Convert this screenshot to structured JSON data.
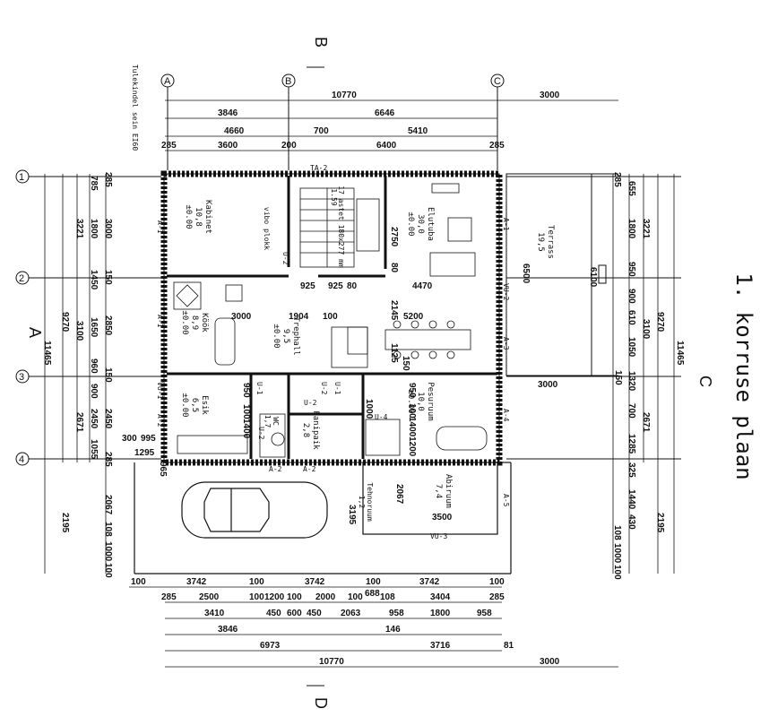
{
  "title": "1. korruse plaan",
  "section_marks": {
    "top": "B",
    "bottom": "D",
    "left": "A",
    "right": "C"
  },
  "grid_axes": {
    "top": [
      "A",
      "B",
      "C"
    ],
    "left": [
      "1",
      "2",
      "3",
      "4"
    ]
  },
  "top_dimensions": {
    "row1": [
      "10770",
      "3000"
    ],
    "row2": [
      "3846",
      "6646"
    ],
    "row3": [
      "4660",
      "700",
      "5410"
    ],
    "row4": [
      "285",
      "3600",
      "200",
      "6400",
      "285"
    ]
  },
  "bottom_dimensions": {
    "row1": [
      "100",
      "3742",
      "100",
      "3742",
      "100",
      "3742",
      "100"
    ],
    "row2": [
      "285",
      "2500",
      "100",
      "1200",
      "100",
      "2000",
      "100",
      "688",
      "108",
      "3404",
      "285"
    ],
    "row3": [
      "3410",
      "450",
      "600",
      "450",
      "2063",
      "958",
      "1800",
      "958"
    ],
    "row4": [
      "3846",
      "146"
    ],
    "row5": [
      "6973",
      "3716",
      "81"
    ],
    "row6": [
      "10770",
      "3000"
    ]
  },
  "left_dimensions": {
    "outer": [
      "11465"
    ],
    "mid": [
      "9270",
      "2195"
    ],
    "inner1": [
      "3221",
      "3100",
      "2671"
    ],
    "inner2": [
      "785",
      "1800",
      "1450",
      "1650",
      "960",
      "900",
      "2450",
      "1055"
    ],
    "inner3": [
      "285",
      "3000",
      "150",
      "2850",
      "150",
      "2450",
      "285",
      "2067",
      "108",
      "1000",
      "100"
    ]
  },
  "right_dimensions": {
    "outer": [
      "11465"
    ],
    "mid": [
      "9270",
      "2195"
    ],
    "inner1": [
      "3221",
      "3100",
      "2671"
    ],
    "inner2": [
      "285",
      "655",
      "1800",
      "950",
      "900",
      "610",
      "1050",
      "1320",
      "700",
      "1285",
      "325",
      "1440",
      "430",
      "108",
      "1000",
      "100"
    ],
    "terrace_width": "6100",
    "terrace_depth": "6500"
  },
  "rooms": [
    {
      "name": "Kabinet",
      "area": "10,8",
      "floor": "±0.00"
    },
    {
      "name": "Elutuba",
      "area": "30,0",
      "floor": "±0.00"
    },
    {
      "name": "Köök",
      "area": "8,9",
      "floor": "±0.00"
    },
    {
      "name": "Trephall",
      "area": "9,5",
      "floor": "±0.00"
    },
    {
      "name": "Esik",
      "area": "6,5",
      "floor": "±0.00"
    },
    {
      "name": "WC",
      "area": "1,7",
      "floor": ""
    },
    {
      "name": "Pesuruum",
      "area": "10,0",
      "floor": "±0.00"
    },
    {
      "name": "Panipaik",
      "area": "2,8",
      "floor": ""
    },
    {
      "name": "Abiruum",
      "area": "7,4",
      "floor": ""
    },
    {
      "name": "Tehnoruum",
      "area": "1,2",
      "floor": ""
    },
    {
      "name": "Terrass",
      "area": "19,5",
      "floor": ""
    }
  ],
  "interior_dimensions": [
    "2750",
    "80",
    "4470",
    "925",
    "925",
    "80",
    "3000",
    "1904",
    "100",
    "2145",
    "5200",
    "1125",
    "150",
    "950",
    "100",
    "1400",
    "1000",
    "950",
    "100",
    "1400",
    "1200",
    "300",
    "995",
    "1295",
    "965",
    "2067",
    "3195",
    "3500",
    "3000",
    "150"
  ],
  "labels": {
    "stair": "17 astet 180x277 mm",
    "stair_count": "1.59",
    "stair_note": "vibo plokk",
    "chimney": "Tulekindel sein EI60",
    "ta": "TA-2"
  },
  "openings": [
    "A-1",
    "A-1",
    "A-1",
    "A-2",
    "A-2",
    "A-2",
    "A-3",
    "A-4",
    "A-5",
    "U-1",
    "U-1",
    "U-2",
    "U-2",
    "U-2",
    "U-4",
    "U-2",
    "VU-1",
    "VU-2",
    "VU-3"
  ],
  "colors": {
    "line": "#111111",
    "hatch": "#444444",
    "paper": "#ffffff"
  }
}
